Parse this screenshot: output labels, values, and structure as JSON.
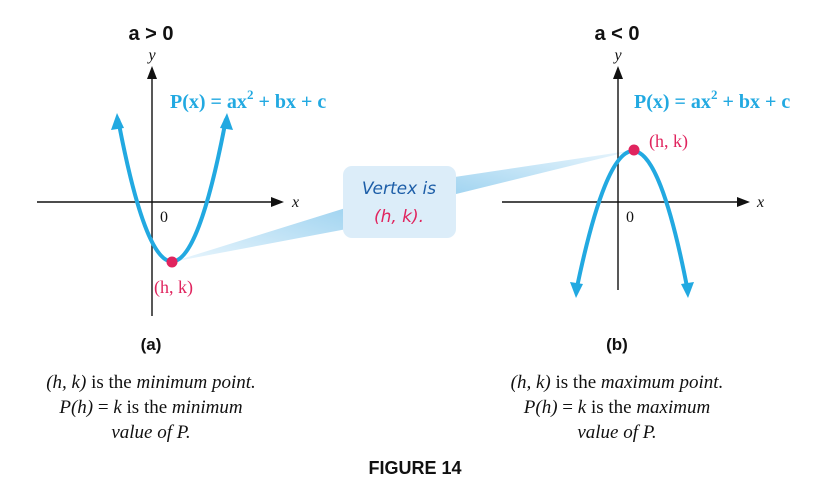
{
  "colors": {
    "curve": "#22a9e1",
    "vertex": "#e0245e",
    "callout_fill": "#dcedf9",
    "callout_title": "#1d5ea8",
    "callout_value": "#e0245e"
  },
  "panel_a": {
    "condition": "a > 0",
    "y_label": "y",
    "x_label": "x",
    "origin_label": "0",
    "equation": {
      "lhs": "P(x) = ax",
      "exp": "2",
      "rhs": " + bx + c"
    },
    "vertex_label": "(h, k)",
    "sublabel": "(a)",
    "caption": {
      "line1": {
        "t1": "(h, k)",
        "t2": " is the ",
        "t3": "minimum point."
      },
      "line2": {
        "t1": "P(h)",
        "t2": " = ",
        "t3": "k",
        "t4": " is the ",
        "t5": "minimum"
      },
      "line3": {
        "t1": "value of P."
      }
    }
  },
  "panel_b": {
    "condition": "a < 0",
    "y_label": "y",
    "x_label": "x",
    "origin_label": "0",
    "equation": {
      "lhs": "P(x) = ax",
      "exp": "2",
      "rhs": " + bx + c"
    },
    "vertex_label": "(h, k)",
    "sublabel": "(b)",
    "caption": {
      "line1": {
        "t1": "(h, k)",
        "t2": " is the ",
        "t3": "maximum point."
      },
      "line2": {
        "t1": "P(h)",
        "t2": " = ",
        "t3": "k",
        "t4": " is the ",
        "t5": "maximum"
      },
      "line3": {
        "t1": "value of P."
      }
    }
  },
  "callout": {
    "line1": "Vertex is",
    "line2": "(h, k)."
  },
  "figure_title": "FIGURE 14"
}
